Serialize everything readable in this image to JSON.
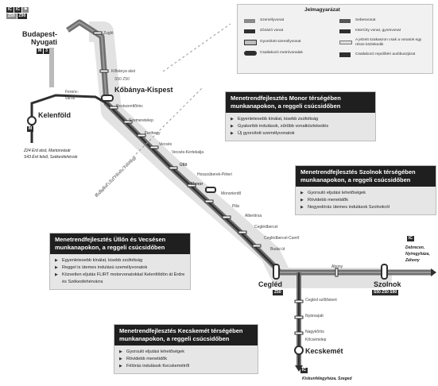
{
  "colors": {
    "track": "#6f6f6f",
    "dark": "#2f2f2f",
    "box_header": "#1f1f1f",
    "box_bg": "#e6e6e6",
    "corridor": "#d9d9d9"
  },
  "legend": {
    "title": "Jelmagyarázat",
    "items": [
      {
        "text": "Személyvonat"
      },
      {
        "text": "Zónázó vonat"
      },
      {
        "text": "Gyorsított személyvonat"
      },
      {
        "text": "Csatlakozó metróvonalak"
      },
      {
        "text": "Sebesvonat"
      },
      {
        "text": "InterCity vonat, gyorsvonat"
      },
      {
        "text": "A jelzett szakaszon csak a vonatok egy része közlekedik"
      },
      {
        "text": "Csatlakozó repülőtéri autóbuszjárat"
      }
    ]
  },
  "stations": {
    "budapest_nyugati": "Budapest-\nNyugati",
    "zuglo": "Zugló",
    "kobanya_also": "Kőbánya alsó",
    "kobanya_kispest": "Kőbánya-Kispest",
    "pestszentlorinc": "Pestszentlőrinc",
    "szemeretelep": "Szemeretelep",
    "ferihegy": "Ferihegy",
    "vecses": "Vecsés",
    "vecses_kertekalja": "Vecsés-Kertekalja",
    "ullo": "Üllő",
    "hosszuberek": "Hosszúberek-Péteri",
    "monor": "Monor",
    "monorierdo": "Monorierdő",
    "pilis": "Pilis",
    "albertirsa": "Albertirsa",
    "ceglebercel": "Ceglédbercel",
    "ceglebercel_cserto": "Ceglédbercel-Cserő",
    "budai_ut": "Budai út",
    "cegled": "Cegléd",
    "abony": "Abony",
    "szolnok": "Szolnok",
    "kelenfold": "Kelenföld",
    "ferencvaros": "Ferenc-\nváros",
    "cegled_szoloskert": "Cegléd szőlőskert",
    "nyarsapat": "Nyársapát",
    "nagykoros": "Nagykőrös",
    "kocsertelep": "Kőcsértelep",
    "kecskemet": "Kecskemét"
  },
  "badges": {
    "top_left": [
      "Z50",
      "Z90"
    ],
    "kelenfold_routes": [
      "Z24 Érd alsó, Martonvásár",
      "S43 Érd felső, Székesfehérvár"
    ],
    "kobanya_code": "S50 Z50",
    "cegled_code": "Z50",
    "szolnok_code": "S50 Z50 S90"
  },
  "directions": {
    "east": "Debrecen,\nNyíregyháza,\nZáhony",
    "south": "Kiskunfélegyháza, Szeged"
  },
  "airport_label": "Budapest Liszt Ferenc Ferihegy",
  "boxes": {
    "monor": {
      "title": "Menetrendfejlesztés Monor térségében munkanapokon, a reggeli csúcsidőben",
      "items": [
        "Egyenletesebb kínálat, kisebb zsúfoltság",
        "Gyakoribb indulások, sűrűbb vonatközlekedés",
        "Új gyorsított személyvonatok"
      ]
    },
    "szolnok": {
      "title": "Menetrendfejlesztés Szolnok térségében munkanapokon, a reggeli csúcsidőben",
      "items": [
        "Gyorsuló eljutási lehetőségek",
        "Rövidebb menetidők",
        "Negyedórás ütemes indulások Szolnokról"
      ]
    },
    "ullo": {
      "title": "Menetrendfejlesztés Üllőn és Vecsésen munkanapokon, a reggeli csúcsidőben",
      "items": [
        "Egyenletesebb kínálat, kisebb zsúfoltság",
        "Reggel is ütemes indulású személyvonatok",
        "Közvetlen eljutás FLIRT motorvonatokkal Kelenföldön át Érdre és Székesfehérvárra"
      ]
    },
    "kecskemet": {
      "title": "Menetrendfejlesztés Kecskemét térségében munkanapokon, a reggeli csúcsidőben",
      "items": [
        "Gyorsuló eljutási lehetőségek",
        "Rövidebb menetidők",
        "Félórás indulások Kecskemétről"
      ]
    }
  }
}
